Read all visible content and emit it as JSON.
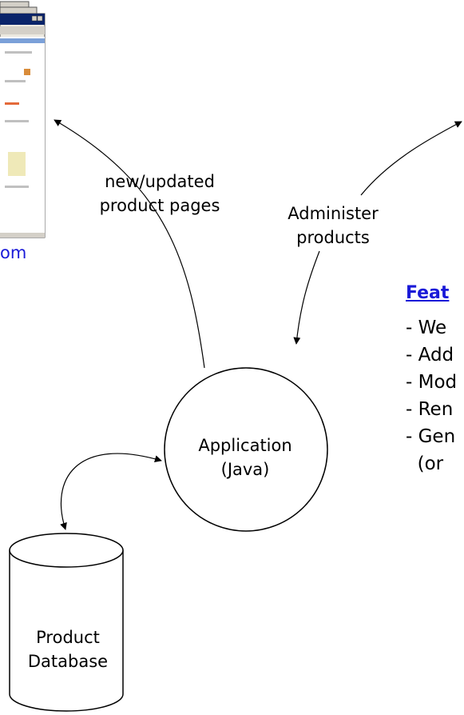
{
  "labels": {
    "pages_line1": "new/updated",
    "pages_line2": "product pages",
    "admin_line1": "Administer",
    "admin_line2": "products",
    "app_line1": "Application",
    "app_line2": "(Java)",
    "db_line1": "Product",
    "db_line2": "Database",
    "site_fragment": "om"
  },
  "features": {
    "heading": "Feat",
    "items": [
      "- We",
      "- Add",
      "- Mod",
      "- Ren",
      "- Gen",
      "  (or"
    ]
  },
  "colors": {
    "link": "#1a1ad8",
    "stroke": "#000000"
  }
}
